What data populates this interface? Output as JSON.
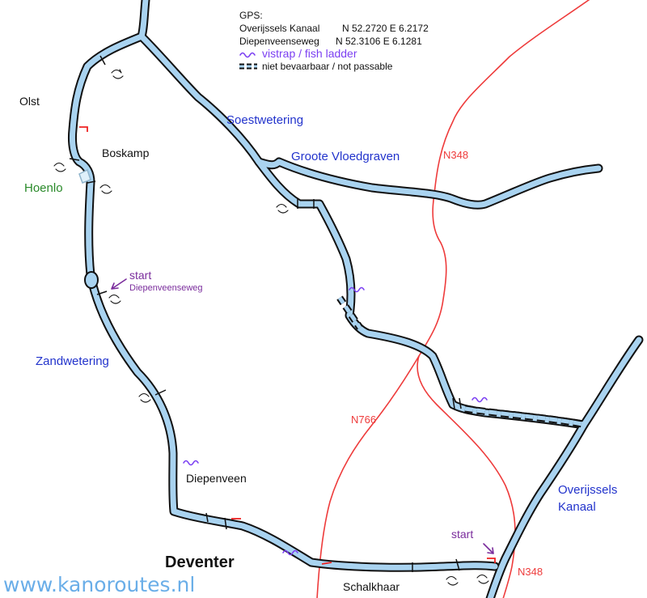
{
  "gps": {
    "heading": "GPS:",
    "line1_name": "Overijssels Kanaal",
    "line1_coords": "N 52.2720  E 6.2172",
    "line2_name": "Diepenveenseweg",
    "line2_coords": "N 52.3106  E 6.1281"
  },
  "legend": {
    "fish_ladder": "vistrap / fish ladder",
    "not_passable": "niet bevaarbaar / not passable"
  },
  "places": {
    "olst": "Olst",
    "boskamp": "Boskamp",
    "hoenlo": "Hoenlo",
    "diepenveen": "Diepenveen",
    "deventer": "Deventer",
    "schalkhaar": "Schalkhaar"
  },
  "waterways": {
    "soestwetering": "Soestwetering",
    "groote_vloedgraven": "Groote Vloedgraven",
    "zandwetering": "Zandwetering",
    "overijssels_kanaal_1": "Overijssels",
    "overijssels_kanaal_2": "Kanaal"
  },
  "roads": {
    "n348_north": "N348",
    "n766": "N766",
    "n348_south": "N348"
  },
  "starts": {
    "west_label": "start",
    "west_sub": "Diepenveenseweg",
    "east_label": "start"
  },
  "website": "www.kanoroutes.nl",
  "colors": {
    "water": "#a9d3f0",
    "water_outline": "#111111",
    "road": "#ee3b3b",
    "waterway_label": "#2233cc",
    "start_marker": "#7a2c9c",
    "fish_ladder": "#7b3ff2",
    "website": "#6aaee8"
  }
}
